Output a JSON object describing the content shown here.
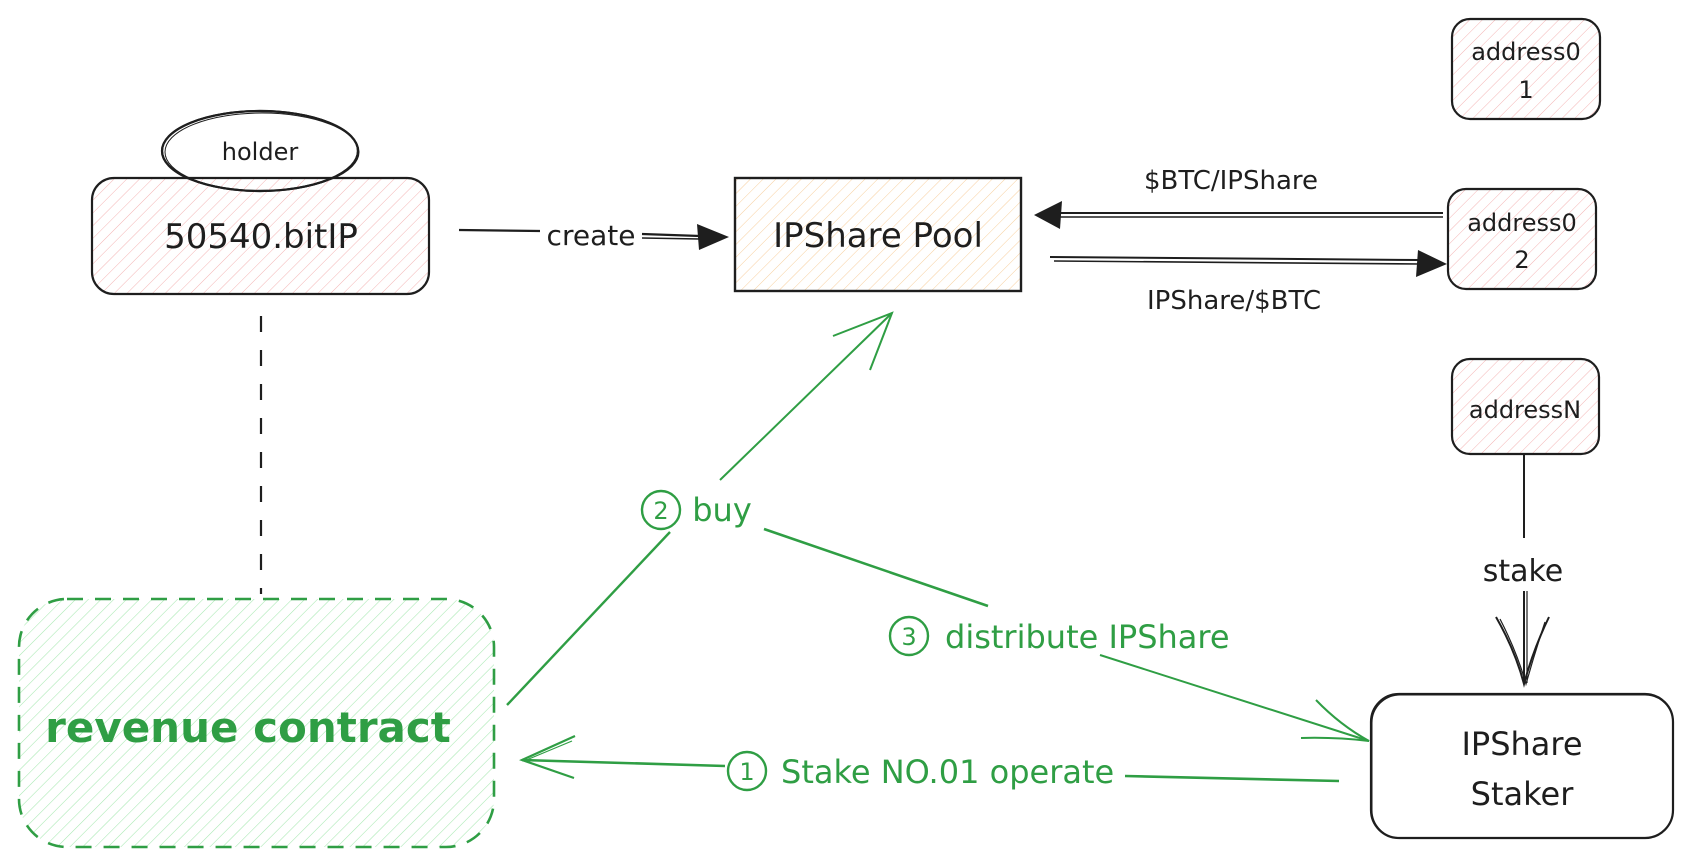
{
  "diagram": {
    "colors": {
      "stroke": "#1e1e1e",
      "green": "#2f9e44",
      "green_hatch": "#b2f2bb",
      "red_hatch": "#ffc9c9",
      "orange_hatch": "#ffd8a8",
      "background": "#ffffff"
    },
    "nodes": {
      "holder": {
        "label": "holder",
        "shape": "ellipse"
      },
      "bitip": {
        "label": "50540.bitIP",
        "shape": "rounded-rect",
        "fill": "red-hatch"
      },
      "pool": {
        "label": "IPShare Pool",
        "shape": "rect",
        "fill": "orange-hatch"
      },
      "address01": {
        "line1": "address0",
        "line2": "1",
        "shape": "rounded-rect",
        "fill": "red-hatch"
      },
      "address02": {
        "line1": "address0",
        "line2": "2",
        "shape": "rounded-rect",
        "fill": "red-hatch"
      },
      "addressN": {
        "label": "addressN",
        "shape": "rounded-rect",
        "fill": "red-hatch"
      },
      "staker": {
        "line1": "IPShare",
        "line2": "Staker",
        "shape": "rounded-rect",
        "fill": "none"
      },
      "revenue": {
        "label": "revenue contract",
        "shape": "dashed-rounded-rect",
        "fill": "green-hatch"
      }
    },
    "edges": {
      "create": {
        "label": "create",
        "from": "50540.bitIP",
        "to": "IPShare Pool"
      },
      "btc_to_pool": {
        "label": "$BTC/IPShare",
        "from": "address02",
        "to": "IPShare Pool"
      },
      "pool_to_address": {
        "label": "IPShare/$BTC",
        "from": "IPShare Pool",
        "to": "address02"
      },
      "stake": {
        "label": "stake",
        "from": "addressN",
        "to": "IPShare Staker"
      },
      "holder_link": {
        "label": "",
        "from": "50540.bitIP",
        "to": "revenue contract",
        "style": "dashed"
      },
      "buy": {
        "step": "2",
        "label": "buy",
        "from": "revenue contract",
        "to": "IPShare Pool"
      },
      "distribute": {
        "step": "3",
        "label": "distribute IPShare",
        "from": "buy",
        "to": "IPShare Staker"
      },
      "operate": {
        "step": "1",
        "label": "Stake NO.01 operate",
        "from": "IPShare Staker",
        "to": "revenue contract"
      }
    }
  }
}
